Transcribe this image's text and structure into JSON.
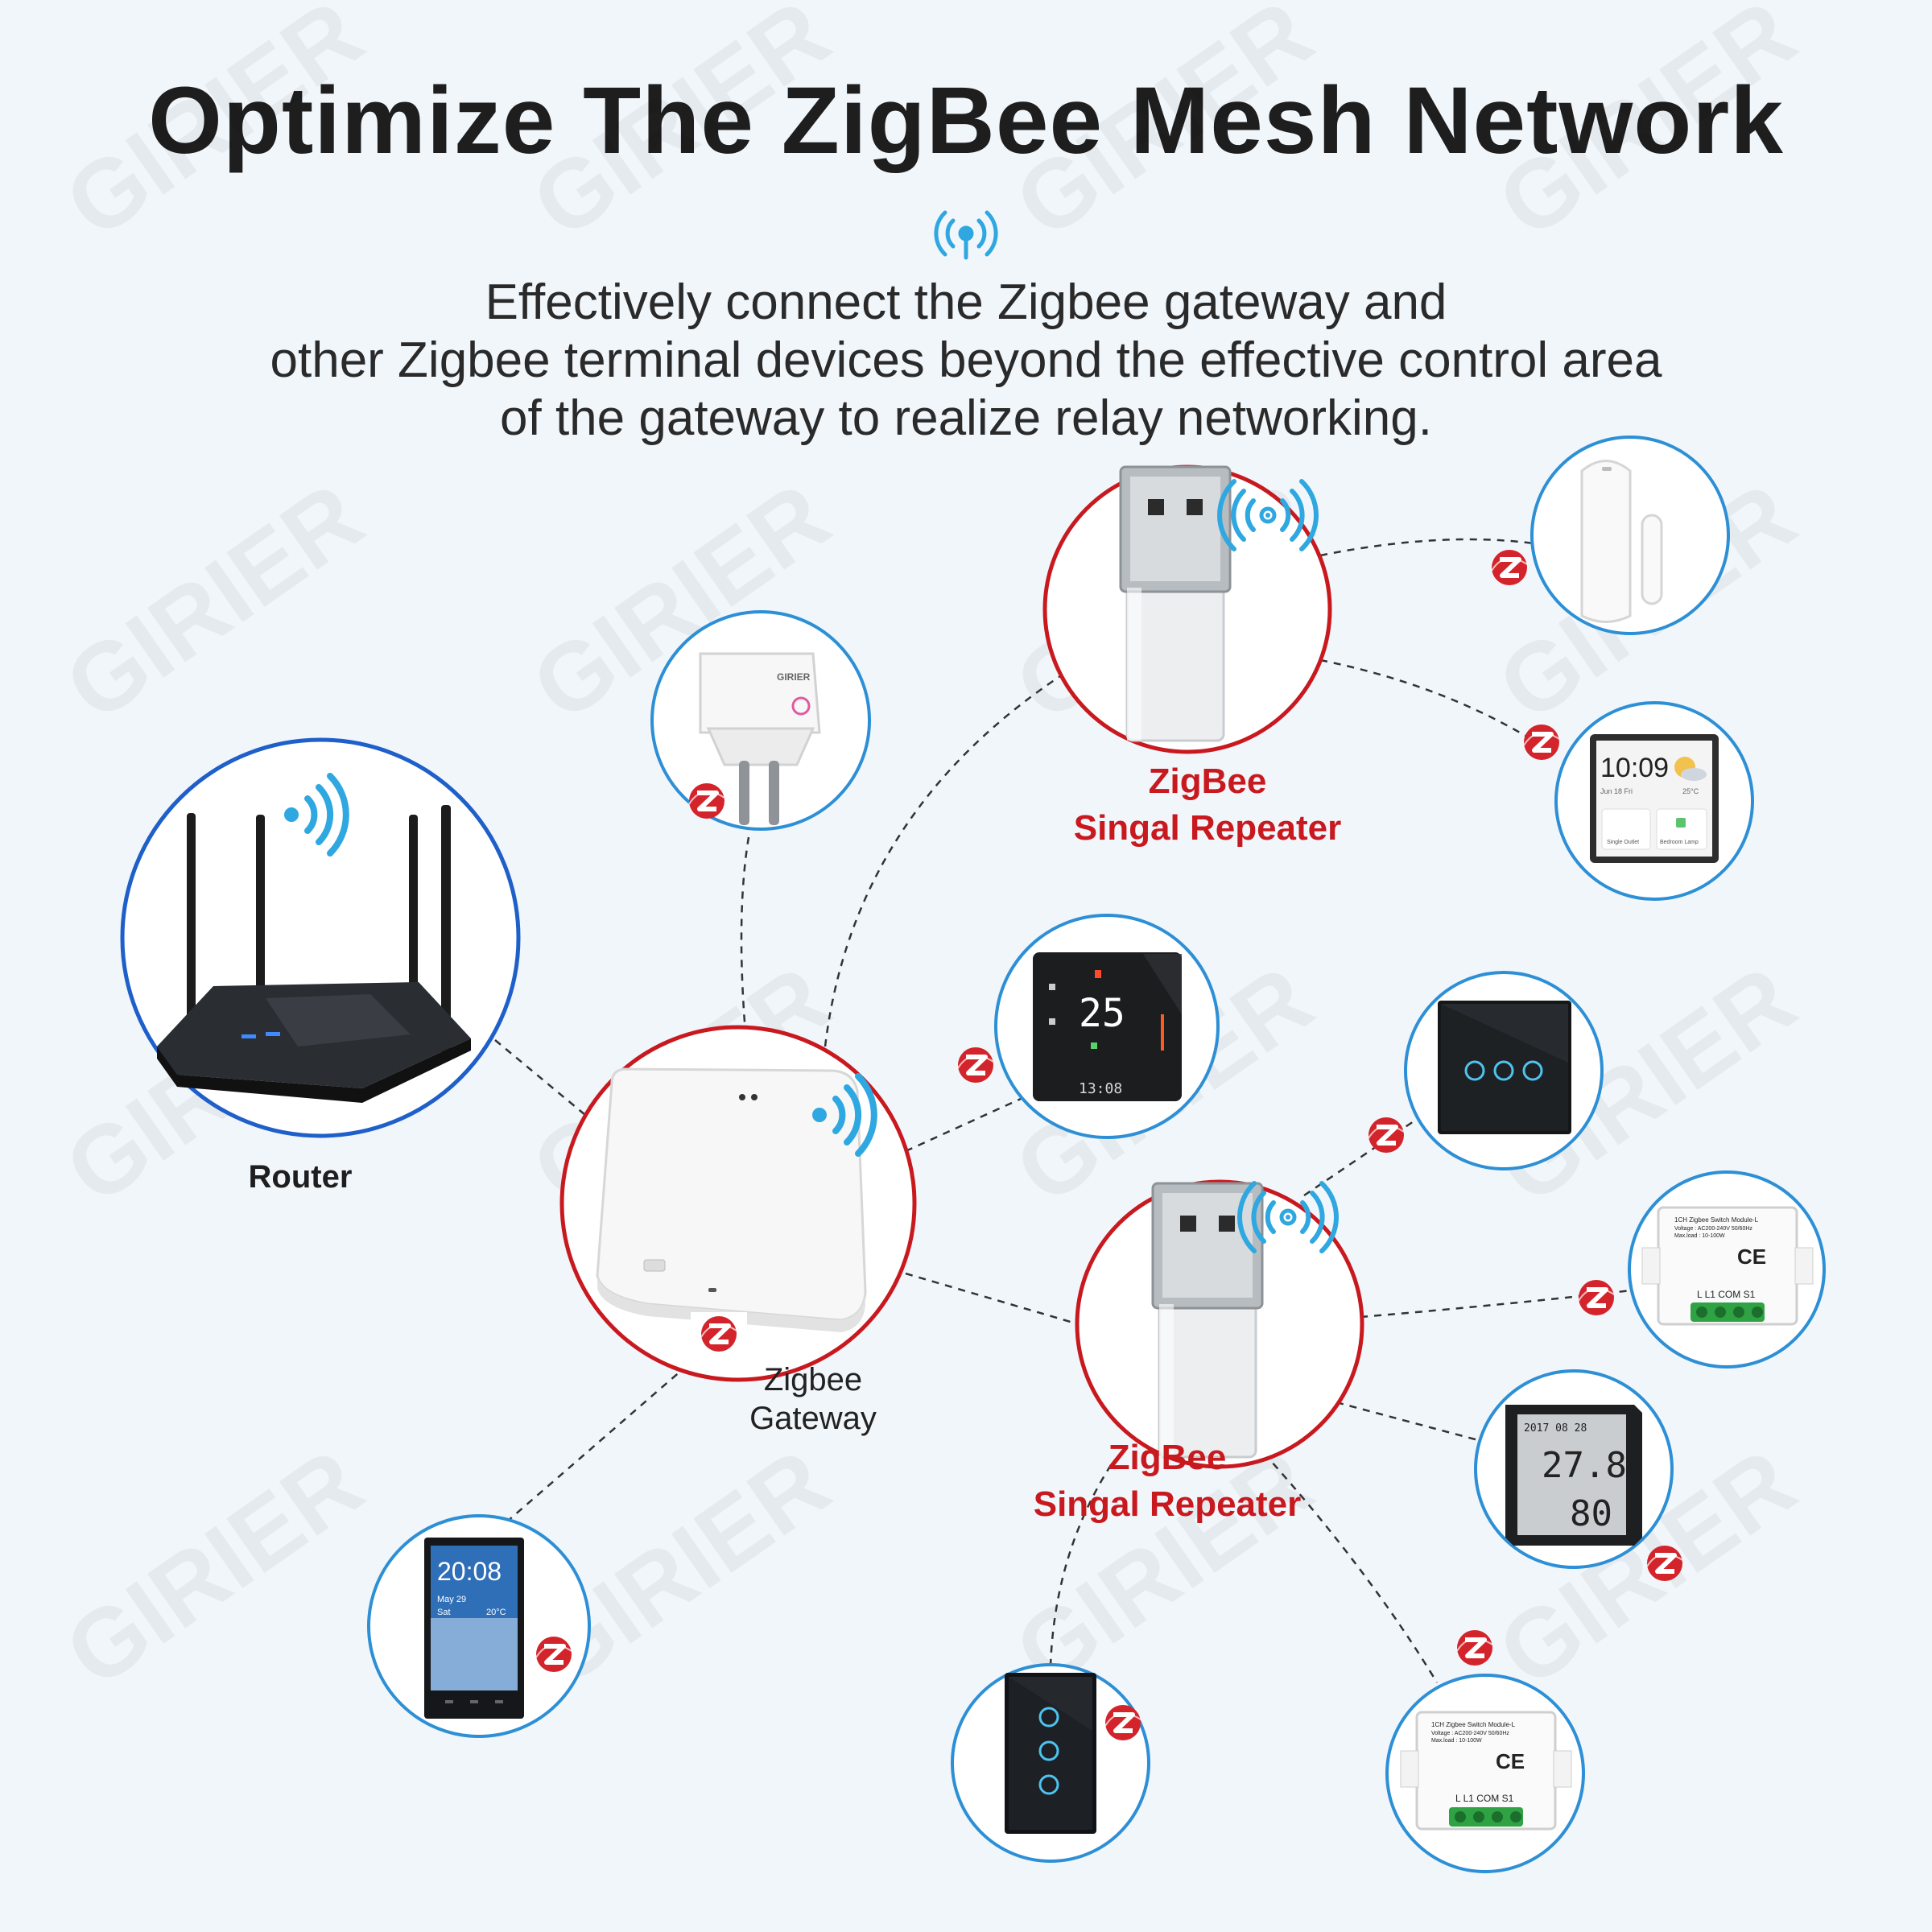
{
  "title": "Optimize The ZigBee Mesh Network",
  "description": [
    "Effectively connect the Zigbee gateway and",
    "other Zigbee terminal devices beyond the effective control area",
    "of the gateway to realize relay networking."
  ],
  "nodes": {
    "router_label": "Router",
    "gateway_label": [
      "Zigbee",
      "Gateway"
    ],
    "repeater_top_label": [
      "ZigBee",
      "Singal Repeater"
    ],
    "repeater_bottom_label": [
      "ZigBee",
      "Singal Repeater"
    ],
    "thermostat_display": "25",
    "thermostat_clock": "13:08",
    "panel_time": "10:09",
    "panel_date": "Jun 18 Fri",
    "panel_temp": "25°C",
    "panel_btn_1": "Single Outlet",
    "panel_btn_2": "Bedroom Lamp",
    "screen_time": "20:08",
    "screen_date": "May 29",
    "screen_day": "Sat",
    "screen_temp": "20°C",
    "sensor_date": "2017 08 28",
    "sensor_temp": "27.8",
    "sensor_hum": "80",
    "module_line1": "1CH Zigbee Switch Module-L",
    "module_line2": "Voltage : AC200-240V 50/60Hz",
    "module_line3": "Max.load : 10-100W",
    "module_terms": "L  L1 COM S1",
    "plug_brand": "GIRIER",
    "watermark": "GIRIER"
  },
  "colors": {
    "blue_ring": "#2d8fd5",
    "router_ring": "#1f5fc9",
    "red_ring": "#c8191f",
    "wifi_blue": "#2fa7e0",
    "zigbee_red": "#d3242b"
  }
}
